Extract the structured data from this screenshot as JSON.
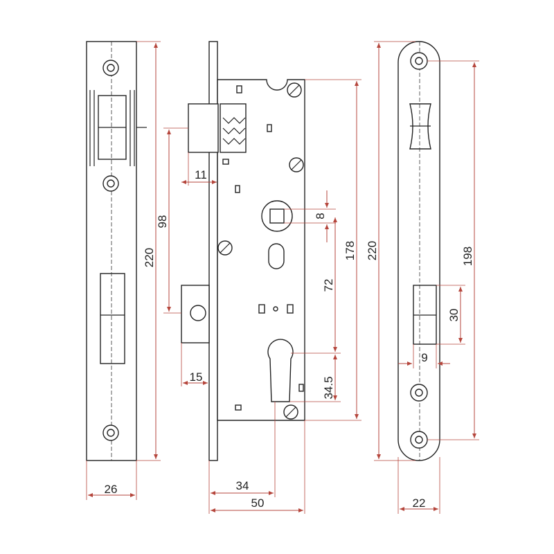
{
  "diagram": {
    "colors": {
      "outline": "#222222",
      "dimension": "#b5463c"
    },
    "left_faceplate": {
      "height_label": "220",
      "width_label": "26"
    },
    "lock_body": {
      "backset_latch_label": "98",
      "latch_throw_label": "11",
      "bolt_throw_label": "15",
      "backset_label": "34",
      "depth_label": "50",
      "follower_square_label": "8",
      "body_height_label": "178",
      "center_distance_label": "72",
      "cylinder_label": "34.5"
    },
    "strike_plate": {
      "height_label": "220",
      "hole_spacing_label": "198",
      "bolt_opening_label": "30",
      "opening_width_label": "9",
      "width_label": "22"
    }
  }
}
